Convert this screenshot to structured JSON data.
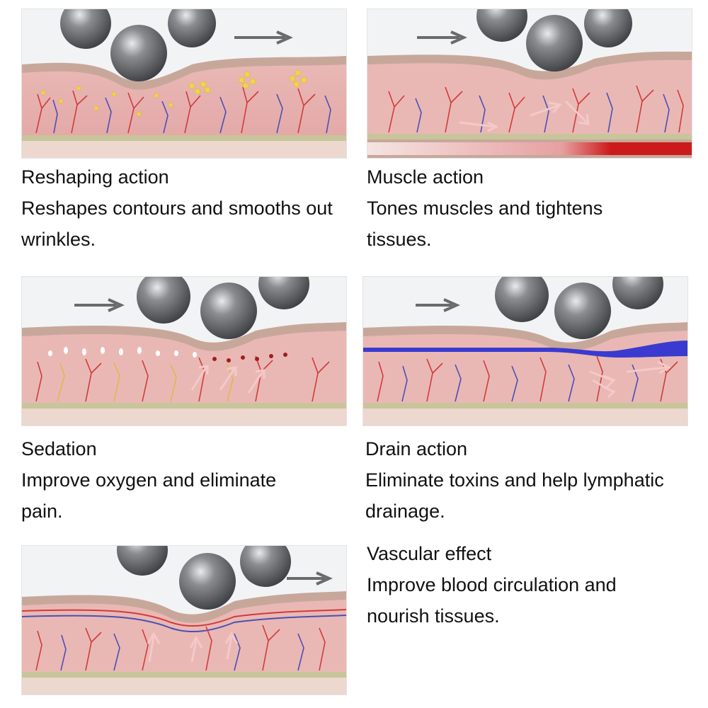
{
  "panels": [
    {
      "id": "reshaping",
      "title": "Reshaping action",
      "description": "Reshapes contours and smooths out wrinkles.",
      "arrow_direction": "right"
    },
    {
      "id": "muscle",
      "title": "Muscle action",
      "description": "Tones muscles and tightens tissues.",
      "arrow_direction": "right"
    },
    {
      "id": "sedation",
      "title": "Sedation",
      "description": "Improve oxygen and eliminate pain.",
      "arrow_direction": "right"
    },
    {
      "id": "drain",
      "title": "Drain action",
      "description": "Eliminate toxins and help lymphatic drainage.",
      "arrow_direction": "right"
    },
    {
      "id": "vascular",
      "title": "Vascular effect",
      "description": "Improve blood circulation and nourish tissues.",
      "arrow_direction": "right"
    }
  ],
  "colors": {
    "skin_top": "#c9a79a",
    "dermis": "#e8b4b2",
    "vessel_red": "#d23a3a",
    "vessel_blue": "#4a4fb4",
    "fat_yellow": "#f2d34a",
    "muscle_red": "#cc1a1a",
    "lymph_blue": "#3a3ad0",
    "ball": "#6e7074",
    "arrow": "#6b6b6b"
  }
}
